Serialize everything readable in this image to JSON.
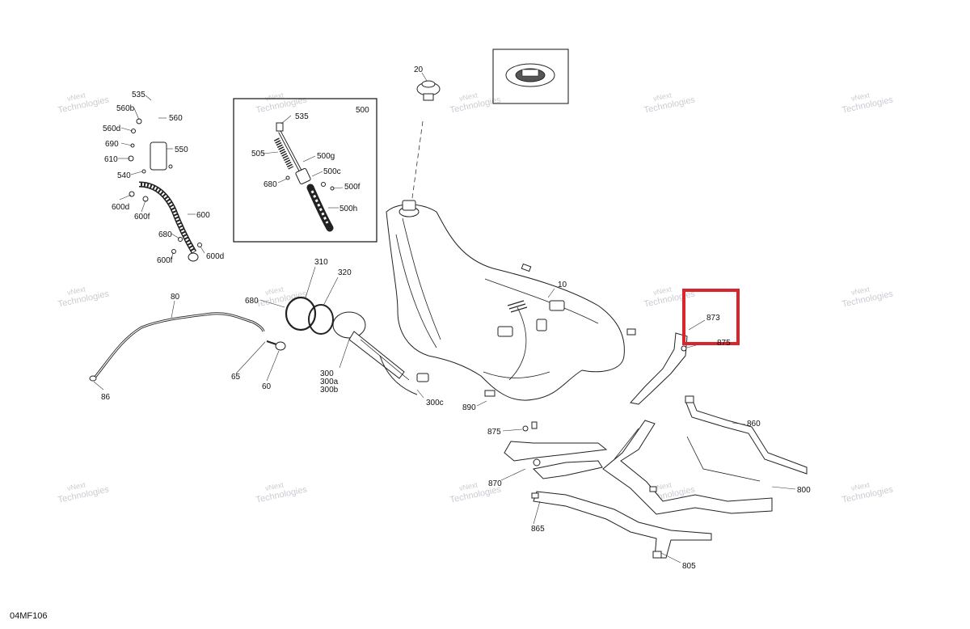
{
  "diagram_code": "04MF106",
  "watermark": {
    "line1": "vNext",
    "line2": "Technologies"
  },
  "colors": {
    "highlight": "#d9262c",
    "line": "#222222",
    "watermark": "#9aa3ad"
  },
  "inset_label": "500",
  "labels": {
    "l20": "20",
    "l535a": "535",
    "l560b": "560b",
    "l560": "560",
    "l560d": "560d",
    "l690": "690",
    "l610": "610",
    "l550": "550",
    "l540": "540",
    "l600d": "600d",
    "l600f_a": "600f",
    "l600": "600",
    "l680a": "680",
    "l600f_b": "600f",
    "l600d_b": "600d",
    "l535b": "535",
    "l505": "505",
    "l500g": "500g",
    "l500c": "500c",
    "l680b": "680",
    "l500f": "500f",
    "l500h": "500h",
    "l310": "310",
    "l320": "320",
    "l680c": "680",
    "l80": "80",
    "l65": "65",
    "l60": "60",
    "l86": "86",
    "l300": "300",
    "l300a": "300a",
    "l300b": "300b",
    "l300c": "300c",
    "l10": "10",
    "l890": "890",
    "l873": "873",
    "l875a": "875",
    "l860": "860",
    "l875b": "875",
    "l870": "870",
    "l800": "800",
    "l865": "865",
    "l805": "805"
  }
}
